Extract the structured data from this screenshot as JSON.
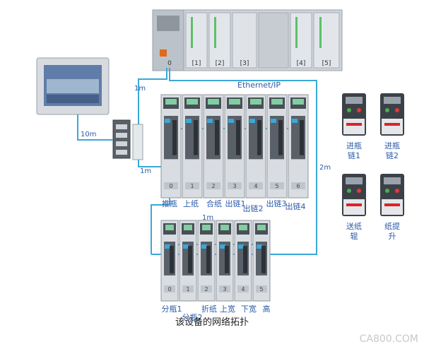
{
  "diagram": {
    "caption": "该设备的网络拓扑",
    "watermark": "CA800.COM",
    "network_label": "Ethernet/IP",
    "cable_lengths": {
      "hmi_to_switch": "10m",
      "hmi_to_plc": "1m",
      "switch_to_drives": "1m",
      "drives_row1_to_row2": "1m",
      "loop_return": "2m"
    },
    "plc_slots": [
      "0",
      "[1]",
      "[2]",
      "[3]",
      "[4]",
      "[5]"
    ],
    "row1_servos": [
      {
        "label": "推瓶",
        "slot": "0"
      },
      {
        "label": "上纸",
        "slot": "1"
      },
      {
        "label": "合纸",
        "slot": "2"
      },
      {
        "label": "出链1",
        "slot": "3"
      },
      {
        "label": "出链2",
        "slot": "4"
      },
      {
        "label": "出链3",
        "slot": "5"
      },
      {
        "label": "出链4",
        "slot": "6"
      }
    ],
    "row2_servos": [
      {
        "label": "分瓶1",
        "slot": "0"
      },
      {
        "label": "分瓶2",
        "slot": "1"
      },
      {
        "label": "折纸",
        "slot": "2"
      },
      {
        "label": "上宽",
        "slot": "3"
      },
      {
        "label": "下宽",
        "slot": "4"
      },
      {
        "label": "高",
        "slot": "5"
      }
    ],
    "vfds": [
      {
        "label_line1": "进瓶",
        "label_line2": "链1"
      },
      {
        "label_line1": "进瓶",
        "label_line2": "链2"
      },
      {
        "label_line1": "送纸",
        "label_line2": "辊"
      },
      {
        "label_line1": "纸提",
        "label_line2": "升"
      }
    ],
    "colors": {
      "cable": "#3aa8d8",
      "label": "#2a5aa8",
      "device_body": "#d9dde2",
      "device_dark": "#4a4f57"
    }
  }
}
